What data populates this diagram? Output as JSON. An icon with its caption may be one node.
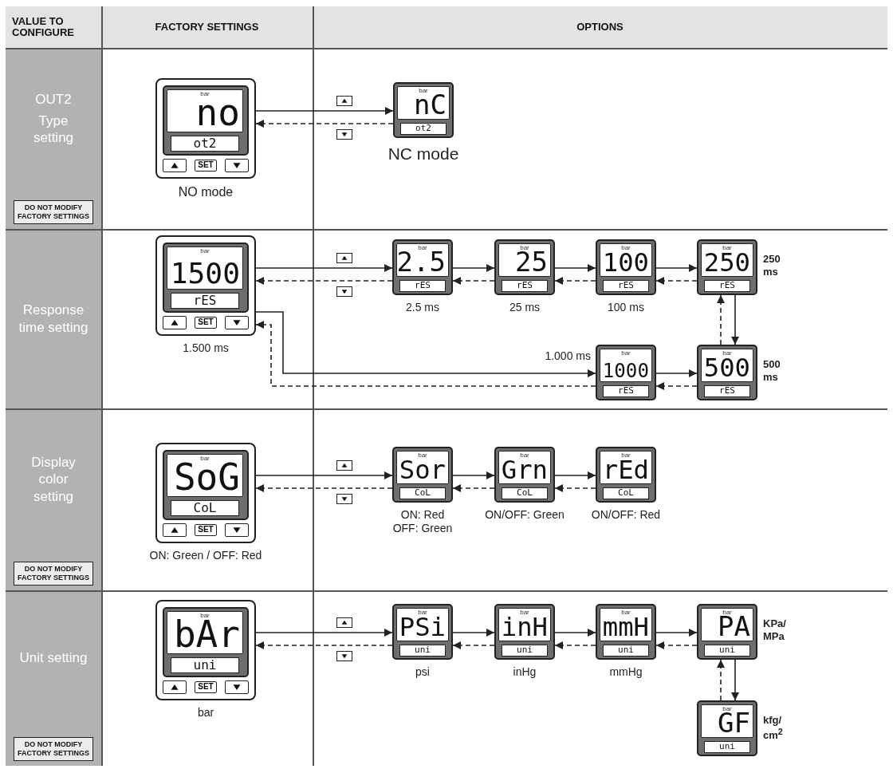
{
  "diagram": {
    "nodes": [
      {
        "text": [
          "bar",
          "no",
          "ot2",
          "SET"
        ],
        "beside": [
          "NO mode"
        ]
      },
      {
        "text": [
          "bar",
          "nC",
          "ot2"
        ],
        "beside": [
          "NC mode"
        ]
      },
      {
        "text": [
          "bar",
          "1500",
          "rES",
          "SET"
        ],
        "beside": [
          "1.500 ms"
        ]
      },
      {
        "text": [
          "bar",
          "2.5",
          "rES"
        ],
        "beside": [
          "2.5 ms"
        ]
      },
      {
        "text": [
          "bar",
          "25",
          "rES"
        ],
        "beside": [
          "25 ms"
        ]
      },
      {
        "text": [
          "bar",
          "100",
          "rES"
        ],
        "beside": [
          "100 ms"
        ]
      },
      {
        "text": [
          "bar",
          "250",
          "rES"
        ],
        "beside": [
          "250 ms"
        ]
      },
      {
        "text": [
          "bar",
          "1000",
          "rES"
        ],
        "beside": [
          "1.000 ms"
        ]
      },
      {
        "text": [
          "bar",
          "500",
          "rES"
        ],
        "beside": [
          "500 ms"
        ]
      },
      {
        "text": [
          "bar",
          "SoG",
          "CoL",
          "SET"
        ],
        "beside": [
          "ON: Green / OFF: Red"
        ]
      },
      {
        "text": [
          "bar",
          "Sor",
          "CoL"
        ],
        "beside": [
          "ON: Red OFF: Green"
        ]
      },
      {
        "text": [
          "bar",
          "Grn",
          "CoL"
        ],
        "beside": [
          "ON/OFF: Green"
        ]
      },
      {
        "text": [
          "bar",
          "rEd",
          "CoL"
        ],
        "beside": [
          "ON/OFF: Red"
        ]
      },
      {
        "text": [
          "bar",
          "bAr",
          "uni",
          "SET"
        ],
        "beside": [
          "bar"
        ]
      },
      {
        "text": [
          "bar",
          "PSi",
          "uni"
        ],
        "beside": [
          "psi"
        ]
      },
      {
        "text": [
          "bar",
          "inH",
          "uni"
        ],
        "beside": [
          "inHg"
        ]
      },
      {
        "text": [
          "bar",
          "mmH",
          "uni"
        ],
        "beside": [
          "mmHg"
        ]
      },
      {
        "text": [
          "bar",
          "PA",
          "uni"
        ],
        "beside": [
          "KPa/ MPa"
        ]
      },
      {
        "text": [
          "bar",
          "GF",
          "uni"
        ],
        "beside": [
          "kfg/ cm$^{2}$"
        ]
      }
    ],
    "edges": [
      {
        "from": 0,
        "to": 1,
        "arrow": "to"
      },
      {
        "from": 1,
        "to": 0,
        "arrow": "to",
        "style": "dashed"
      },
      {
        "from": 2,
        "to": 3,
        "arrow": "to"
      },
      {
        "from": 3,
        "to": 2,
        "arrow": "to",
        "style": "dashed"
      },
      {
        "from": 3,
        "to": 4,
        "arrow": "to"
      },
      {
        "from": 4,
        "to": 3,
        "arrow": "to",
        "style": "dashed"
      },
      {
        "from": 4,
        "to": 5,
        "arrow": "to"
      },
      {
        "from": 5,
        "to": 4,
        "arrow": "to",
        "style": "dashed"
      },
      {
        "from": 5,
        "to": 6,
        "arrow": "to"
      },
      {
        "from": 6,
        "to": 5,
        "arrow": "to",
        "style": "dashed"
      },
      {
        "from": 6,
        "to": 8,
        "arrow": "to"
      },
      {
        "from": 8,
        "to": 6,
        "arrow": "to",
        "style": "dashed"
      },
      {
        "from": 2,
        "to": 7,
        "arrow": "to"
      },
      {
        "from": 7,
        "to": 2,
        "arrow": "to",
        "style": "dashed"
      },
      {
        "from": 7,
        "to": 8,
        "arrow": "to"
      },
      {
        "from": 8,
        "to": 7,
        "arrow": "to",
        "style": "dashed"
      },
      {
        "from": 9,
        "to": 10,
        "arrow": "to"
      },
      {
        "from": 10,
        "to": 9,
        "arrow": "to",
        "style": "dashed"
      },
      {
        "from": 10,
        "to": 11,
        "arrow": "to"
      },
      {
        "from": 11,
        "to": 10,
        "arrow": "to",
        "style": "dashed"
      },
      {
        "from": 11,
        "to": 12,
        "arrow": "to"
      },
      {
        "from": 12,
        "to": 11,
        "arrow": "to",
        "style": "dashed"
      },
      {
        "from": 13,
        "to": 14,
        "arrow": "to"
      },
      {
        "from": 14,
        "to": 13,
        "arrow": "to",
        "style": "dashed"
      },
      {
        "from": 14,
        "to": 15,
        "arrow": "to"
      },
      {
        "from": 15,
        "to": 14,
        "arrow": "to",
        "style": "dashed"
      },
      {
        "from": 15,
        "to": 16,
        "arrow": "to"
      },
      {
        "from": 16,
        "to": 15,
        "arrow": "to",
        "style": "dashed"
      },
      {
        "from": 16,
        "to": 17,
        "arrow": "to"
      },
      {
        "from": 17,
        "to": 16,
        "arrow": "to",
        "style": "dashed"
      },
      {
        "from": 17,
        "to": 18,
        "arrow": "to"
      },
      {
        "from": 18,
        "to": 17,
        "arrow": "to",
        "style": "dashed"
      }
    ],
    "labels": [
      "VALUE TO CONFIGURE",
      "FACTORY SETTINGS",
      "OPTIONS",
      "OUT2",
      "Type setting",
      "DO NOT MODIFY FACTORY SETTINGS",
      "Response time setting",
      "Display color setting",
      "DO NOT MODIFY FACTORY SETTINGS",
      "Unit setting",
      "DO NOT MODIFY FACTORY SETTINGS"
    ]
  }
}
